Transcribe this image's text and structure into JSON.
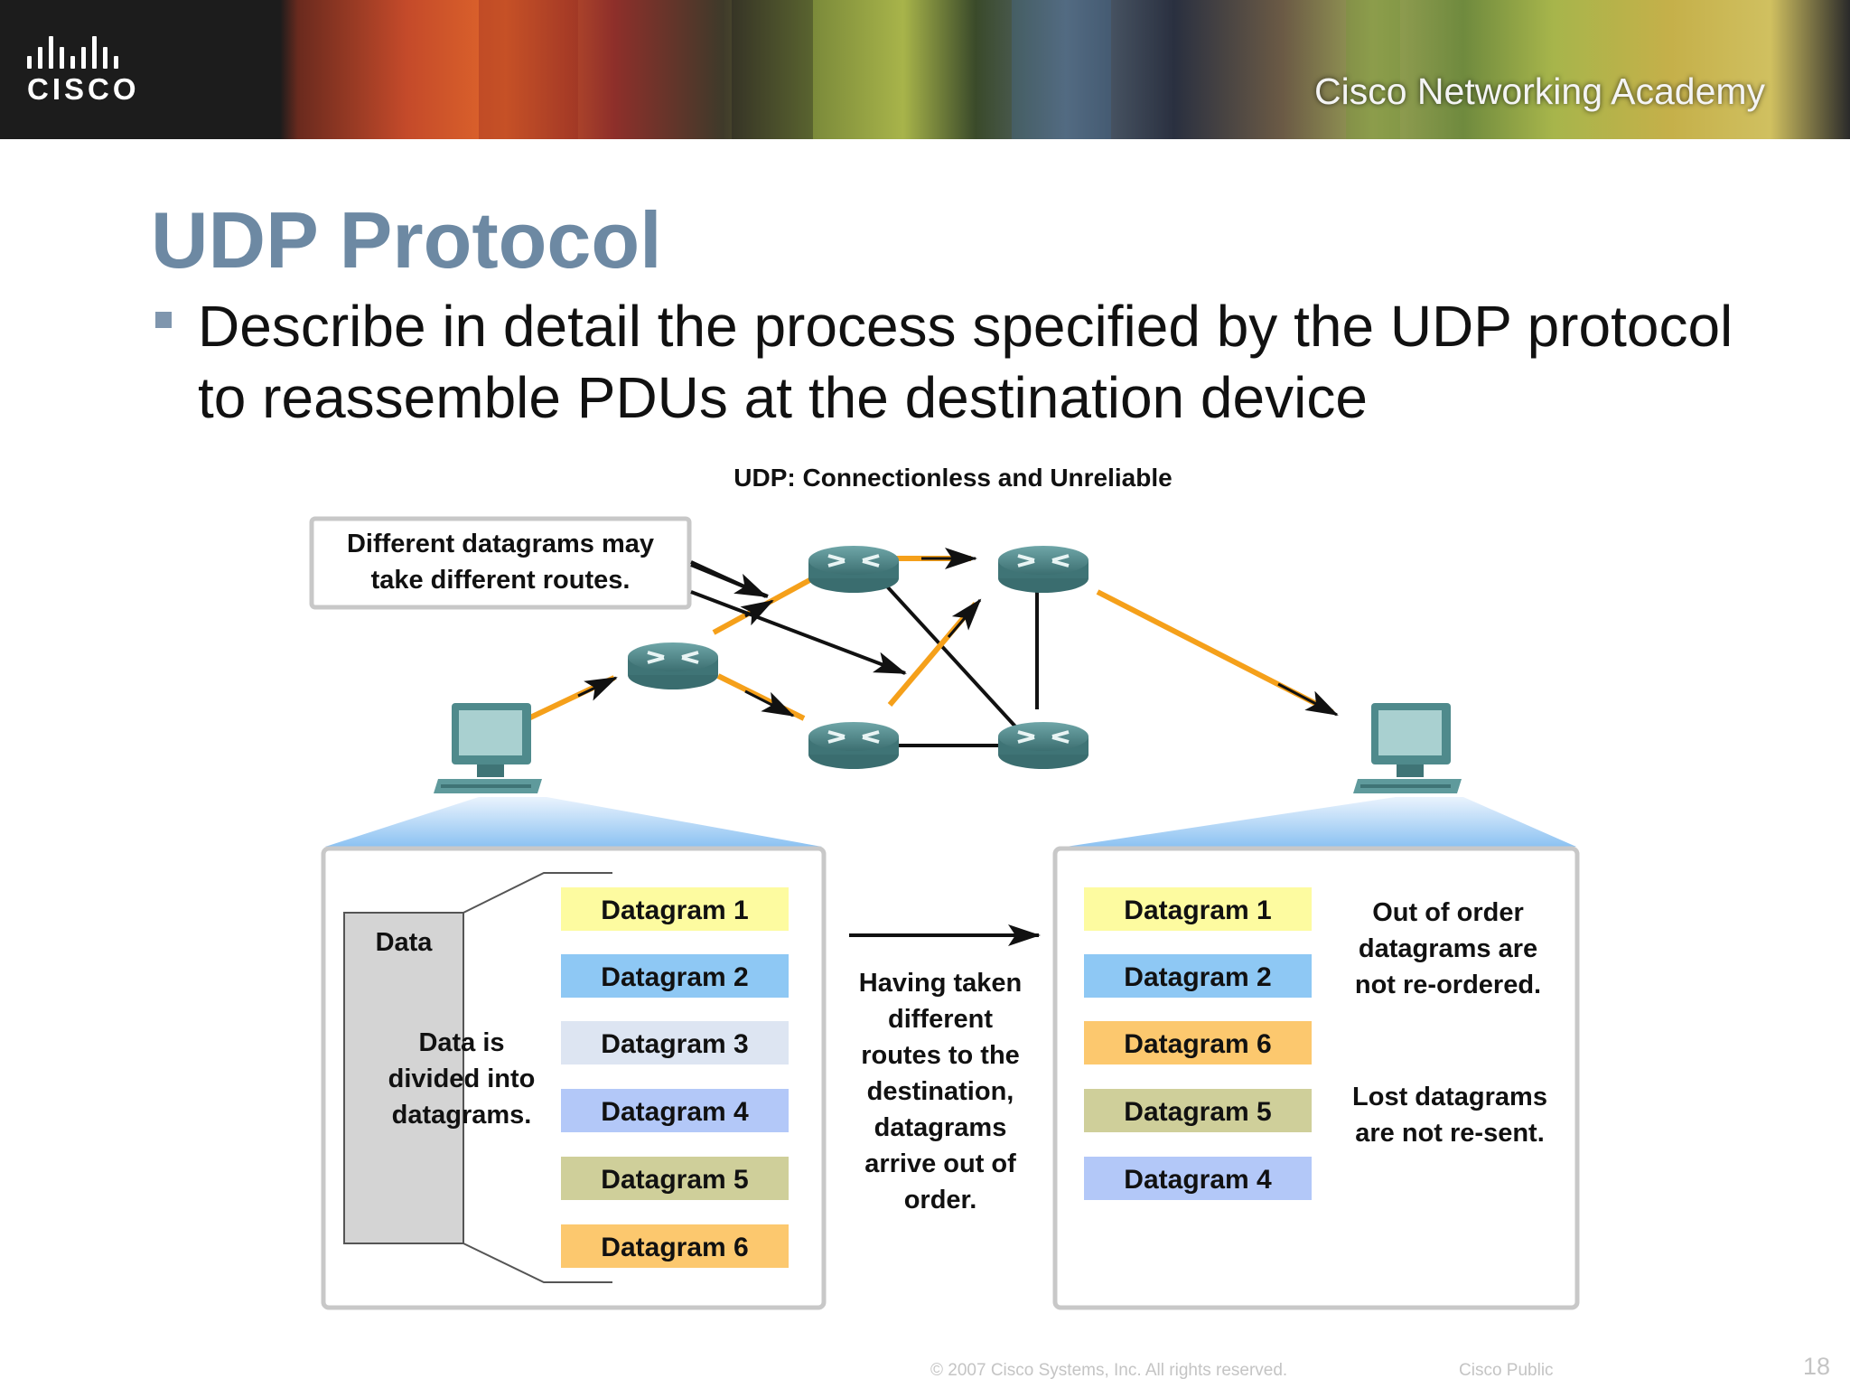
{
  "header": {
    "logo_text": "CISCO",
    "academy_text": "Cisco Networking Academy"
  },
  "slide": {
    "title": "UDP Protocol",
    "bullet": "Describe in detail the process specified by the UDP protocol to reassemble PDUs at the destination device"
  },
  "diagram": {
    "title": "UDP: Connectionless and Unreliable",
    "callout_lines": [
      "Different datagrams may",
      "take different routes."
    ],
    "source_box": {
      "data_label": "Data",
      "divided_lines": [
        "Data is",
        "divided into",
        "datagrams."
      ],
      "datagrams": [
        {
          "label": "Datagram 1",
          "color": "#fdfba0"
        },
        {
          "label": "Datagram 2",
          "color": "#8ec8f4"
        },
        {
          "label": "Datagram 3",
          "color": "#dde5f2"
        },
        {
          "label": "Datagram 4",
          "color": "#b3c8f8"
        },
        {
          "label": "Datagram 5",
          "color": "#cfcf9a"
        },
        {
          "label": "Datagram 6",
          "color": "#fcc86e"
        }
      ]
    },
    "middle_lines": [
      "Having taken",
      "different",
      "routes to the",
      "destination,",
      "datagrams",
      "arrive out of",
      "order."
    ],
    "destination_box": {
      "datagrams": [
        {
          "label": "Datagram 1",
          "color": "#fdfba0"
        },
        {
          "label": "Datagram 2",
          "color": "#8ec8f4"
        },
        {
          "label": "Datagram 6",
          "color": "#fcc86e"
        },
        {
          "label": "Datagram 5",
          "color": "#cfcf9a"
        },
        {
          "label": "Datagram 4",
          "color": "#b3c8f8"
        }
      ],
      "note_order_lines": [
        "Out of order",
        "datagrams are",
        "not re-ordered."
      ],
      "note_lost_lines": [
        "Lost datagrams",
        "are not re-sent."
      ]
    },
    "colors": {
      "route_orange": "#f5a01a",
      "link_black": "#111111",
      "router": "#4f8a8c",
      "computer": "#6fa6a8"
    },
    "icons": [
      "router-icon",
      "computer-icon"
    ]
  },
  "footer": {
    "copyright": "© 2007 Cisco Systems, Inc. All rights reserved.",
    "classification": "Cisco Public",
    "page_number": "18"
  }
}
